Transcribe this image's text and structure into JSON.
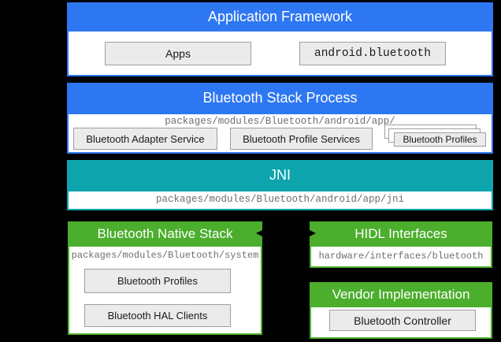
{
  "colors": {
    "background": "#000000",
    "blue": "#2e77f2",
    "teal": "#0da4ad",
    "green": "#4bae2c",
    "box_fill": "#ebebeb",
    "box_border": "#9e9e9e",
    "path_text": "#6e6e6e",
    "arrow": "#000000"
  },
  "sections": {
    "application_framework": {
      "title": "Application Framework",
      "apps_label": "Apps",
      "api_label": "android.bluetooth"
    },
    "stack_process": {
      "title": "Bluetooth Stack Process",
      "path": "packages/modules/Bluetooth/android/app/",
      "adapter_service": "Bluetooth Adapter Service",
      "profile_services": "Bluetooth Profile Services",
      "profiles_stack": "Bluetooth Profiles"
    },
    "jni": {
      "title": "JNI",
      "path": "packages/modules/Bluetooth/android/app/jni"
    },
    "native_stack": {
      "title": "Bluetooth Native Stack",
      "path": "packages/modules/Bluetooth/system",
      "profiles": "Bluetooth Profiles",
      "hal_clients": "Bluetooth HAL Clients"
    },
    "hidl": {
      "title": "HIDL Interfaces",
      "path": "hardware/interfaces/bluetooth"
    },
    "vendor": {
      "title": "Vendor Implementation",
      "controller": "Bluetooth Controller"
    }
  }
}
